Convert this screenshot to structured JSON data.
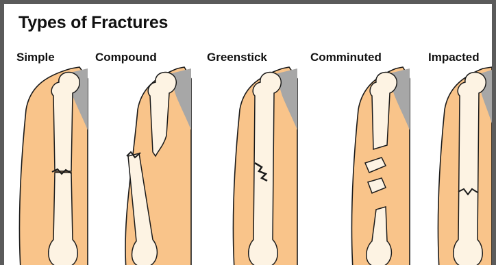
{
  "title": "Types of Fractures",
  "colors": {
    "skin": "#f9c48a",
    "bone": "#fdf3e3",
    "outline": "#1a1a1a",
    "shadow": "#a7a7a7",
    "frame": "#5b5b5b",
    "background": "#ffffff"
  },
  "fractures": [
    {
      "id": "simple",
      "label": "Simple"
    },
    {
      "id": "compound",
      "label": "Compound"
    },
    {
      "id": "greenstick",
      "label": "Greenstick"
    },
    {
      "id": "comminuted",
      "label": "Comminuted"
    },
    {
      "id": "impacted",
      "label": "Impacted"
    }
  ]
}
